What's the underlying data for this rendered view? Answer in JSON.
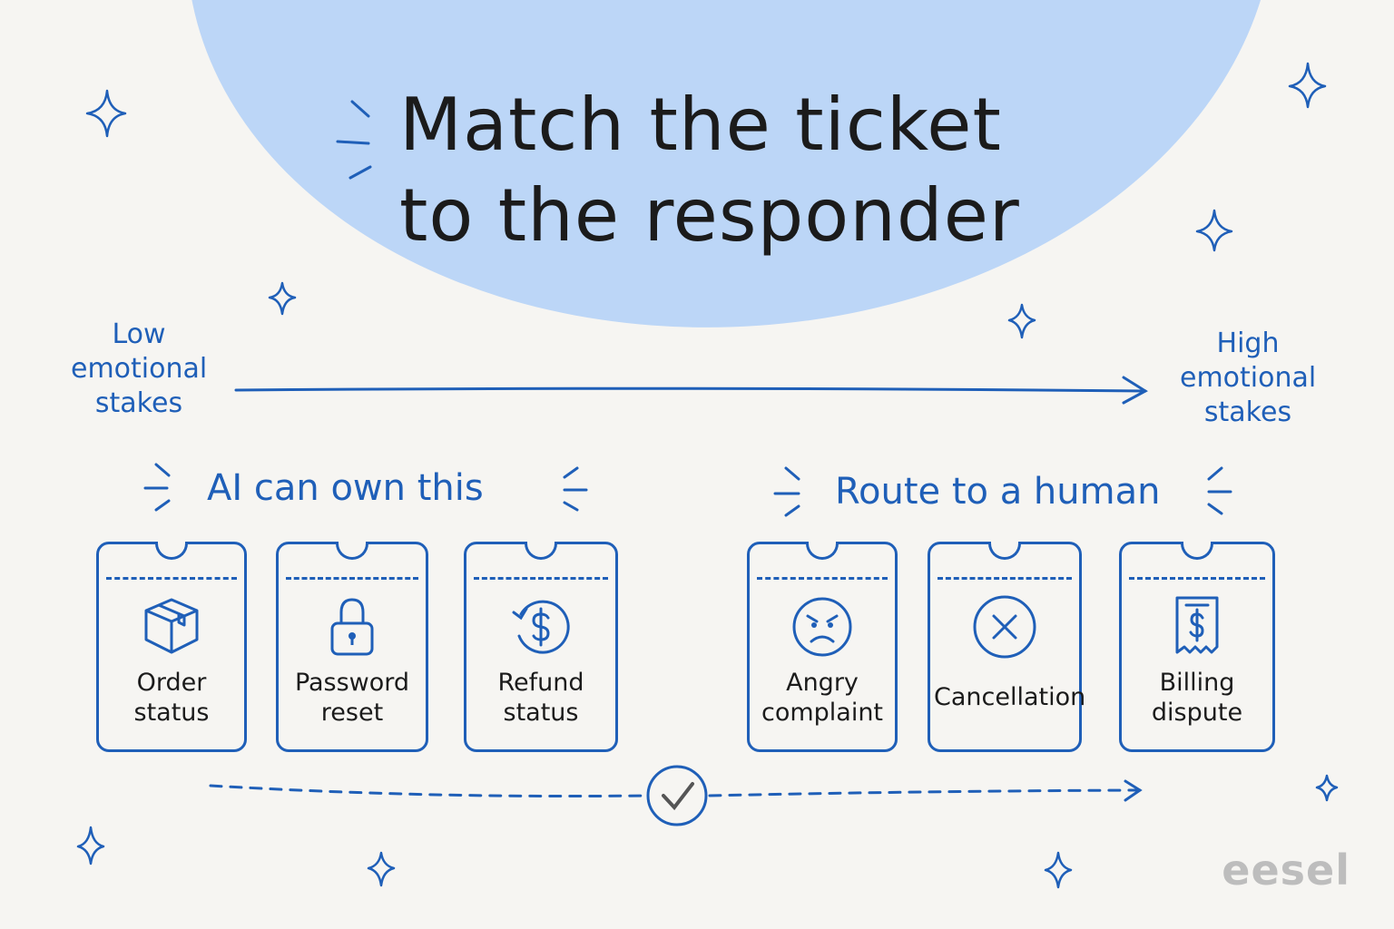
{
  "title": {
    "line1": "Match the ticket",
    "line2": "to the responder"
  },
  "scale": {
    "low": [
      "Low",
      "emotional",
      "stakes"
    ],
    "high": [
      "High",
      "emotional",
      "stakes"
    ]
  },
  "groups": {
    "ai": {
      "label": "AI can own this"
    },
    "human": {
      "label": "Route to a human"
    }
  },
  "tickets": [
    {
      "lines": [
        "Order",
        "status"
      ],
      "icon": "package-box-icon"
    },
    {
      "lines": [
        "Password",
        "reset"
      ],
      "icon": "padlock-icon"
    },
    {
      "lines": [
        "Refund",
        "status"
      ],
      "icon": "refund-dollar-icon"
    },
    {
      "lines": [
        "Angry",
        "complaint"
      ],
      "icon": "angry-face-icon"
    },
    {
      "lines": [
        "Cancellation"
      ],
      "icon": "cancel-x-icon"
    },
    {
      "lines": [
        "Billing",
        "dispute"
      ],
      "icon": "billing-receipt-icon"
    }
  ],
  "brand": "eesel",
  "colors": {
    "accent": "#1f5fb8",
    "blob": "#bcd6f7",
    "background": "#f6f5f2",
    "brand": "#bdbdbd"
  }
}
